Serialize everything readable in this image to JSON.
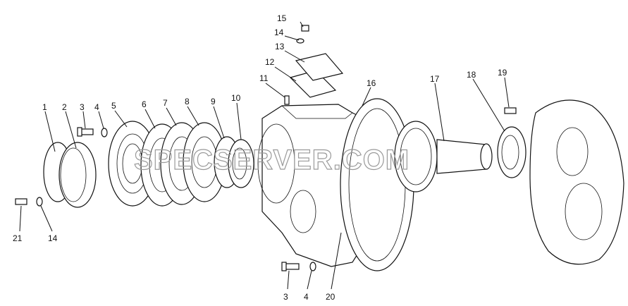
{
  "watermark": "SPECSERVER.COM",
  "labels": [
    {
      "id": "l1",
      "text": "1"
    },
    {
      "id": "l2",
      "text": "2"
    },
    {
      "id": "l3a",
      "text": "3"
    },
    {
      "id": "l4a",
      "text": "4"
    },
    {
      "id": "l5",
      "text": "5"
    },
    {
      "id": "l6",
      "text": "6"
    },
    {
      "id": "l7",
      "text": "7"
    },
    {
      "id": "l8",
      "text": "8"
    },
    {
      "id": "l9",
      "text": "9"
    },
    {
      "id": "l10",
      "text": "10"
    },
    {
      "id": "l11",
      "text": "11"
    },
    {
      "id": "l12",
      "text": "12"
    },
    {
      "id": "l13",
      "text": "13"
    },
    {
      "id": "l14a",
      "text": "14"
    },
    {
      "id": "l15",
      "text": "15"
    },
    {
      "id": "l16",
      "text": "16"
    },
    {
      "id": "l17",
      "text": "17"
    },
    {
      "id": "l18",
      "text": "18"
    },
    {
      "id": "l19",
      "text": "19"
    },
    {
      "id": "l21",
      "text": "21"
    },
    {
      "id": "l14b",
      "text": "14"
    },
    {
      "id": "l3b",
      "text": "3"
    },
    {
      "id": "l4b",
      "text": "4"
    },
    {
      "id": "l20",
      "text": "20"
    }
  ]
}
